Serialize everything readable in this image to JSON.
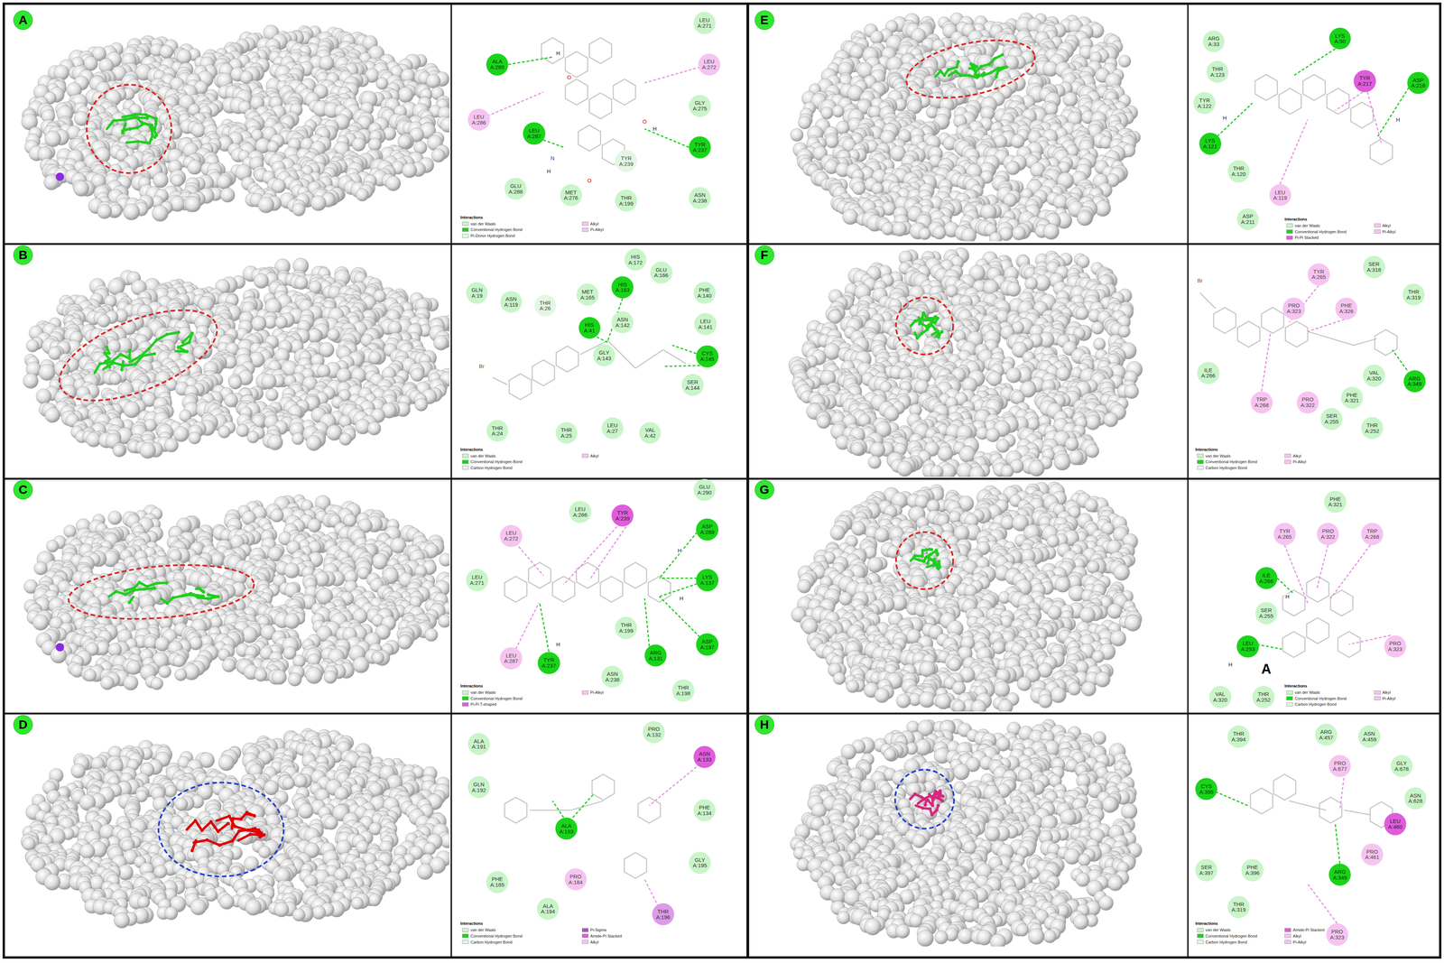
{
  "diagram": {
    "nodes": [
      {
        "text": [
          "A"
        ]
      },
      {
        "text": [
          "LEU A:271"
        ]
      },
      {
        "text": [
          "ALA A:285"
        ]
      },
      {
        "text": [
          "LEU A:272"
        ]
      },
      {
        "text": [
          "GLY A:275"
        ]
      },
      {
        "text": [
          "LEU A:286"
        ]
      },
      {
        "text": [
          "LEU A:287"
        ]
      },
      {
        "text": [
          "TYR A:237"
        ]
      },
      {
        "text": [
          "TYR A:239"
        ]
      },
      {
        "text": [
          "GLU A:288"
        ]
      },
      {
        "text": [
          "MET A:276"
        ]
      },
      {
        "text": [
          "THR A:199"
        ]
      },
      {
        "text": [
          "ASN A:238"
        ]
      },
      {
        "text": [
          "B"
        ]
      },
      {
        "text": [
          "HIS A:172"
        ]
      },
      {
        "text": [
          "GLU A:166"
        ]
      },
      {
        "text": [
          "GLN A:19"
        ]
      },
      {
        "text": [
          "ASN A:119"
        ]
      },
      {
        "text": [
          "THR A:26"
        ]
      },
      {
        "text": [
          "MET A:165"
        ]
      },
      {
        "text": [
          "HIS A:163"
        ]
      },
      {
        "text": [
          "PHE A:140"
        ]
      },
      {
        "text": [
          "HIS A:41"
        ]
      },
      {
        "text": [
          "ASN A:142"
        ]
      },
      {
        "text": [
          "LEU A:141"
        ]
      },
      {
        "text": [
          "GLY A:143"
        ]
      },
      {
        "text": [
          "CYS A:145"
        ]
      },
      {
        "text": [
          "SER A:144"
        ]
      },
      {
        "text": [
          "THR A:24"
        ]
      },
      {
        "text": [
          "THR A:25"
        ]
      },
      {
        "text": [
          "LEU A:27"
        ]
      },
      {
        "text": [
          "VAL A:42"
        ]
      },
      {
        "text": [
          "C"
        ]
      },
      {
        "text": [
          "GLU A:290"
        ]
      },
      {
        "text": [
          "LEU A:286"
        ]
      },
      {
        "text": [
          "TYR A:239"
        ]
      },
      {
        "text": [
          "ASP A:289"
        ]
      },
      {
        "text": [
          "LEU A:272"
        ]
      },
      {
        "text": [
          "LEU A:271"
        ]
      },
      {
        "text": [
          "LYS A:137"
        ]
      },
      {
        "text": [
          "THR A:199"
        ]
      },
      {
        "text": [
          "ARG A:131"
        ]
      },
      {
        "text": [
          "ASP A:197"
        ]
      },
      {
        "text": [
          "LEU A:287"
        ]
      },
      {
        "text": [
          "TYR A:237"
        ]
      },
      {
        "text": [
          "ASN A:238"
        ]
      },
      {
        "text": [
          "THR A:198"
        ]
      },
      {
        "text": [
          "D"
        ]
      },
      {
        "text": [
          "PRO A:132"
        ]
      },
      {
        "text": [
          "ASN A:133"
        ]
      },
      {
        "text": [
          "ALA A:191"
        ]
      },
      {
        "text": [
          "GLN A:192"
        ]
      },
      {
        "text": [
          "PHE A:134"
        ]
      },
      {
        "text": [
          "ALA A:193"
        ]
      },
      {
        "text": [
          "GLY A:195"
        ]
      },
      {
        "text": [
          "PHE A:185"
        ]
      },
      {
        "text": [
          "PRO A:184"
        ]
      },
      {
        "text": [
          "ALA A:194"
        ]
      },
      {
        "text": [
          "THR A:196"
        ]
      },
      {
        "text": [
          "E"
        ]
      },
      {
        "text": [
          "ARG A:33"
        ]
      },
      {
        "text": [
          "LYS A:50"
        ]
      },
      {
        "text": [
          "THR A:123"
        ]
      },
      {
        "text": [
          "TYR A:217"
        ]
      },
      {
        "text": [
          "ASP A:218"
        ]
      },
      {
        "text": [
          "TYR A:122"
        ]
      },
      {
        "text": [
          "LYS A:121"
        ]
      },
      {
        "text": [
          "THR A:120"
        ]
      },
      {
        "text": [
          "LEU A:119"
        ]
      },
      {
        "text": [
          "ASP A:211"
        ]
      },
      {
        "text": [
          "F"
        ]
      },
      {
        "text": [
          "TYR A:265"
        ]
      },
      {
        "text": [
          "SER A:318"
        ]
      },
      {
        "text": [
          "THR A:319"
        ]
      },
      {
        "text": [
          "PRO A:323"
        ]
      },
      {
        "text": [
          "PHE A:326"
        ]
      },
      {
        "text": [
          "ILE A:266"
        ]
      },
      {
        "text": [
          "VAL A:320"
        ]
      },
      {
        "text": [
          "ARG A:349"
        ]
      },
      {
        "text": [
          "PHE A:321"
        ]
      },
      {
        "text": [
          "TRP A:268"
        ]
      },
      {
        "text": [
          "PRO A:322"
        ]
      },
      {
        "text": [
          "SER A:255"
        ]
      },
      {
        "text": [
          "THR A:252"
        ]
      },
      {
        "text": [
          "G"
        ]
      },
      {
        "text": [
          "PHE A:321"
        ]
      },
      {
        "text": [
          "TYR A:265"
        ]
      },
      {
        "text": [
          "PRO A:322"
        ]
      },
      {
        "text": [
          "TRP A:268"
        ]
      },
      {
        "text": [
          "ILE A:266"
        ]
      },
      {
        "text": [
          "SER A:255"
        ]
      },
      {
        "text": [
          "LEU A:253"
        ]
      },
      {
        "text": [
          "PRO A:323"
        ]
      },
      {
        "text": [
          "VAL A:320"
        ]
      },
      {
        "text": [
          "THR A:252"
        ]
      },
      {
        "text": [
          "H"
        ]
      },
      {
        "text": [
          "THR A:394"
        ]
      },
      {
        "text": [
          "ARG A:457"
        ]
      },
      {
        "text": [
          "ASN A:459"
        ]
      },
      {
        "text": [
          "PRO A:677"
        ]
      },
      {
        "text": [
          "GLY A:678"
        ]
      },
      {
        "text": [
          "CYS A:395"
        ]
      },
      {
        "text": [
          "ASN A:628"
        ]
      },
      {
        "text": [
          "LEU A:460"
        ]
      },
      {
        "text": [
          "PRO A:461"
        ]
      },
      {
        "text": [
          "SER A:397"
        ]
      },
      {
        "text": [
          "PHE A:396"
        ]
      },
      {
        "text": [
          "ARG A:349"
        ]
      },
      {
        "text": [
          "THR A:319"
        ]
      },
      {
        "text": [
          "PRO A:323"
        ]
      }
    ],
    "labels": [
      "H",
      "O",
      "O",
      "H",
      "N",
      "H",
      "O",
      "Interactions",
      "Br",
      "Interactions",
      "H",
      "H",
      "H",
      "Interactions",
      "Interactions",
      "H",
      "H",
      "Interactions",
      "Br",
      "Interactions",
      "H",
      "H",
      "A",
      "Interactions",
      "Interactions"
    ],
    "legend": [
      {
        "text": "van der Waals",
        "color": "#c9f5c9"
      },
      {
        "text": "Conventional Hydrogen Bond",
        "color": "#19d419"
      },
      {
        "text": "Pi-Donor Hydrogen Bond",
        "color": "#e3f7e3"
      },
      {
        "text": "Alkyl",
        "color": "#f6c4f1"
      },
      {
        "text": "Pi-Alkyl",
        "color": "#f6c4f1"
      },
      {
        "text": "van der Waals",
        "color": "#c9f5c9"
      },
      {
        "text": "Conventional Hydrogen Bond",
        "color": "#19d419"
      },
      {
        "text": "Carbon Hydrogen Bond",
        "color": "#e3f7e3"
      },
      {
        "text": "Alkyl",
        "color": "#f6c4f1"
      },
      {
        "text": "van der Waals",
        "color": "#c9f5c9"
      },
      {
        "text": "Conventional Hydrogen Bond",
        "color": "#19d419"
      },
      {
        "text": "Pi-Pi T-shaped",
        "color": "#e05cdc"
      },
      {
        "text": "Pi-Alkyl",
        "color": "#f6c4f1"
      },
      {
        "text": "van der Waals",
        "color": "#c9f5c9"
      },
      {
        "text": "Conventional Hydrogen Bond",
        "color": "#19d419"
      },
      {
        "text": "Carbon Hydrogen Bond",
        "color": "#e3f7e3"
      },
      {
        "text": "Pi-Sigma",
        "color": "#b24cd6"
      },
      {
        "text": "Amide-Pi Stacked",
        "color": "#e05cdc"
      },
      {
        "text": "Alkyl",
        "color": "#f6c4f1"
      },
      {
        "text": "van der Waals",
        "color": "#c9f5c9"
      },
      {
        "text": "Conventional Hydrogen Bond",
        "color": "#19d419"
      },
      {
        "text": "Pi-Pi Stacked",
        "color": "#e05cdc"
      },
      {
        "text": "Alkyl",
        "color": "#f6c4f1"
      },
      {
        "text": "Pi-Alkyl",
        "color": "#f6c4f1"
      },
      {
        "text": "van der Waals",
        "color": "#c9f5c9"
      },
      {
        "text": "Conventional Hydrogen Bond",
        "color": "#19d419"
      },
      {
        "text": "Carbon Hydrogen Bond",
        "color": "#e3f7e3"
      },
      {
        "text": "Alkyl",
        "color": "#f6c4f1"
      },
      {
        "text": "Pi-Alkyl",
        "color": "#f6c4f1"
      },
      {
        "text": "van der Waals",
        "color": "#c9f5c9"
      },
      {
        "text": "Conventional Hydrogen Bond",
        "color": "#19d419"
      },
      {
        "text": "Carbon Hydrogen Bond",
        "color": "#e3f7e3"
      },
      {
        "text": "Alkyl",
        "color": "#f6c4f1"
      },
      {
        "text": "Pi-Alkyl",
        "color": "#f6c4f1"
      },
      {
        "text": "van der Waals",
        "color": "#c9f5c9"
      },
      {
        "text": "Conventional Hydrogen Bond",
        "color": "#19d419"
      },
      {
        "text": "Carbon Hydrogen Bond",
        "color": "#e3f7e3"
      },
      {
        "text": "Amide-Pi Stacked",
        "color": "#e05cdc"
      },
      {
        "text": "Alkyl",
        "color": "#f6c4f1"
      },
      {
        "text": "Pi-Alkyl",
        "color": "#f6c4f1"
      }
    ]
  }
}
